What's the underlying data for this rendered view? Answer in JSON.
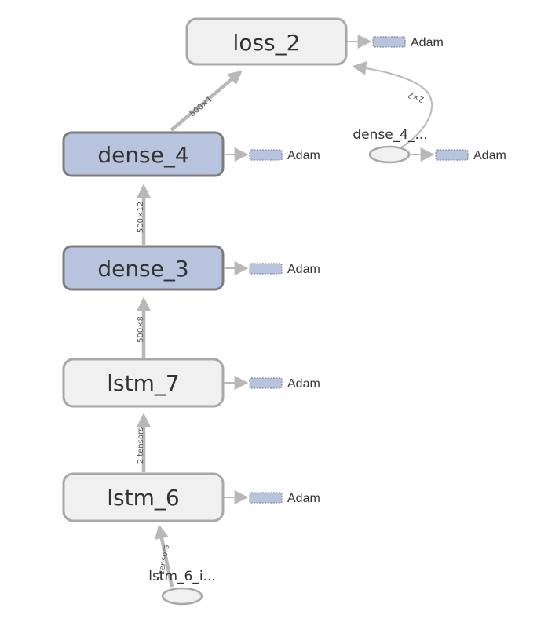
{
  "graph": {
    "nodes": {
      "loss": {
        "label": "loss_2",
        "kind": "namespace"
      },
      "dense4": {
        "label": "dense_4",
        "kind": "layer"
      },
      "dense3": {
        "label": "dense_3",
        "kind": "layer"
      },
      "lstm7": {
        "label": "lstm_7",
        "kind": "namespace"
      },
      "lstm6": {
        "label": "lstm_6",
        "kind": "namespace"
      },
      "dense4_input": {
        "label": "dense_4_...",
        "kind": "op"
      },
      "lstm6_input": {
        "label": "lstm_6_i...",
        "kind": "op"
      }
    },
    "edges": {
      "dense4_to_loss": "500×1",
      "dense3_to_dense4": "500×12",
      "lstm7_to_dense3": "500×8",
      "lstm6_to_lstm7": "2 tensors",
      "input_to_lstm6": "2 tensors",
      "dense4input_to_loss": "2×2"
    },
    "adam": {
      "loss": "Adam",
      "dense4": "Adam",
      "dense3": "Adam",
      "lstm7": "Adam",
      "lstm6": "Adam",
      "dense4_input": "Adam"
    }
  },
  "colors": {
    "layer_fill": "#b8c4dd",
    "layer_stroke": "#7d7d7d",
    "namespace_fill": "#f0f0f0",
    "namespace_stroke": "#a8a8a8",
    "edge": "#b8b8b8",
    "adam_fill": "#b8c4dd",
    "adam_stroke": "#8a8aa0"
  }
}
